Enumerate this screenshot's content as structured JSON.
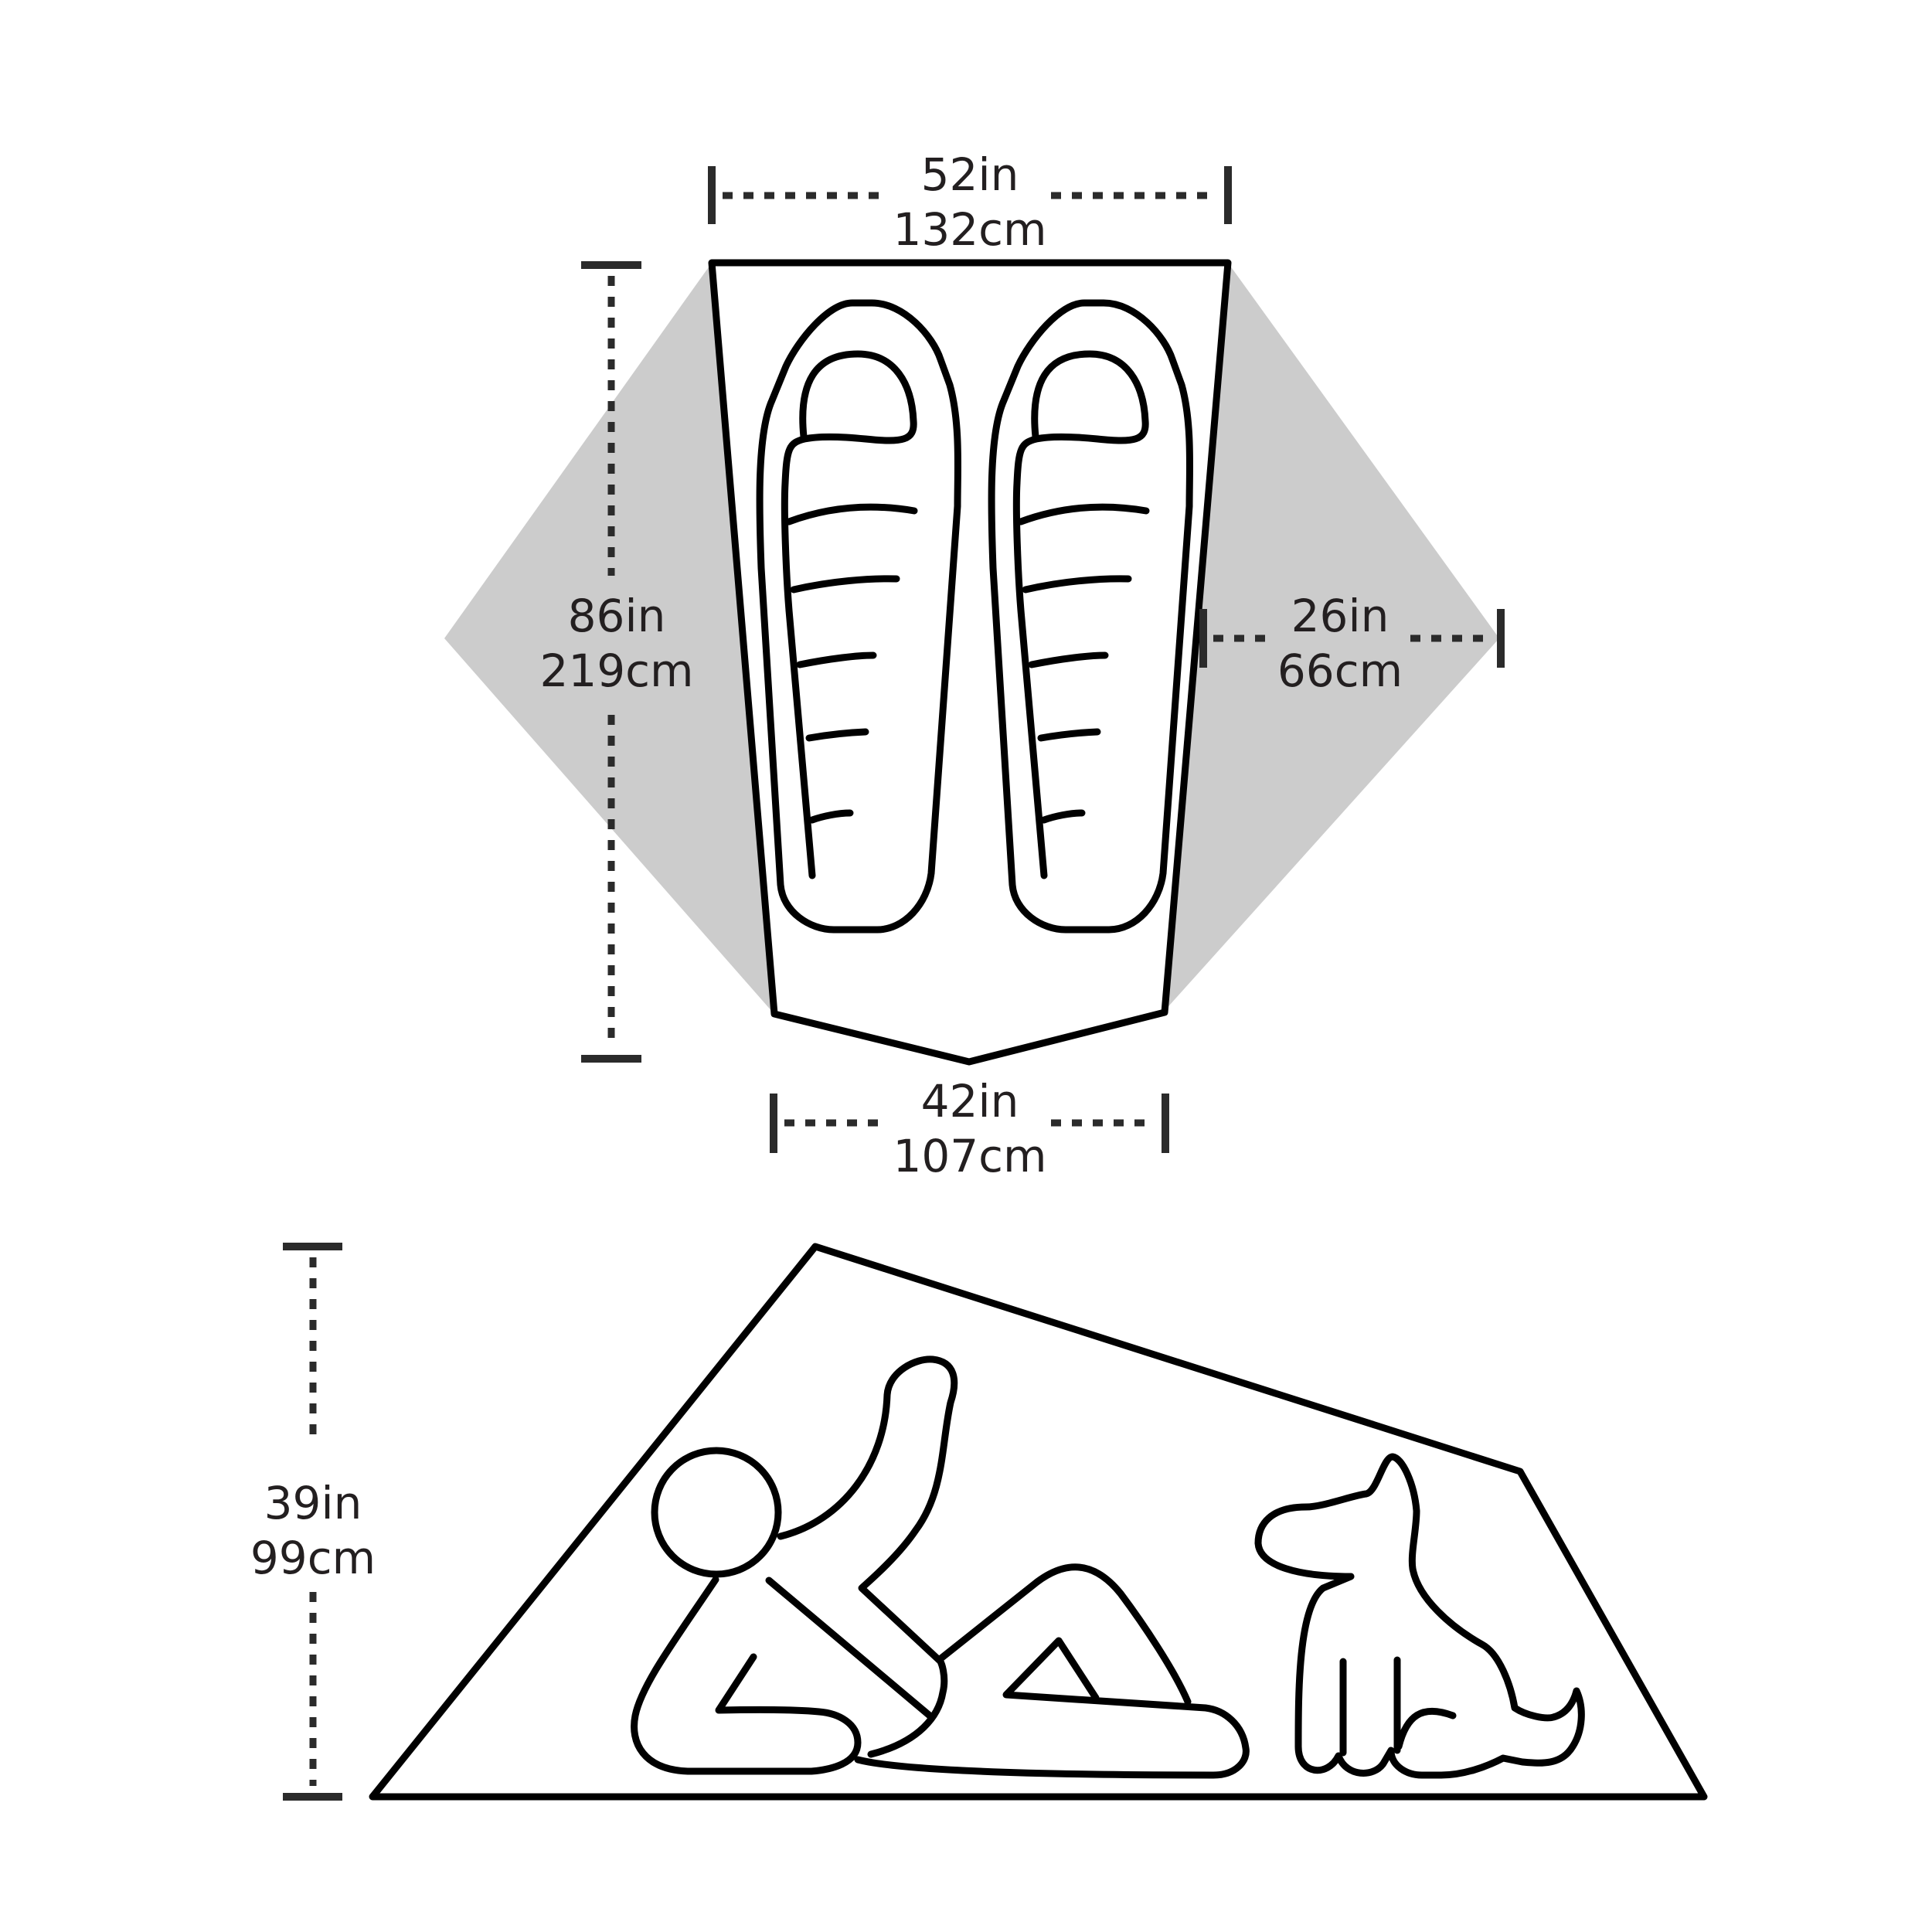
{
  "dimensions": {
    "top_width": {
      "in": "52in",
      "cm": "132cm"
    },
    "length": {
      "in": "86in",
      "cm": "219cm"
    },
    "vestibule_depth": {
      "in": "26in",
      "cm": "66cm"
    },
    "foot_width": {
      "in": "42in",
      "cm": "107cm"
    },
    "peak_height": {
      "in": "39in",
      "cm": "99cm"
    }
  },
  "colors": {
    "line": "#000000",
    "dimension_line": "#2b2b2b",
    "vestibule_fill": "#cccccc",
    "text": "#231f20",
    "background": "#ffffff"
  },
  "icons": [
    "sleeping-bag-icon",
    "person-icon",
    "dog-icon"
  ]
}
